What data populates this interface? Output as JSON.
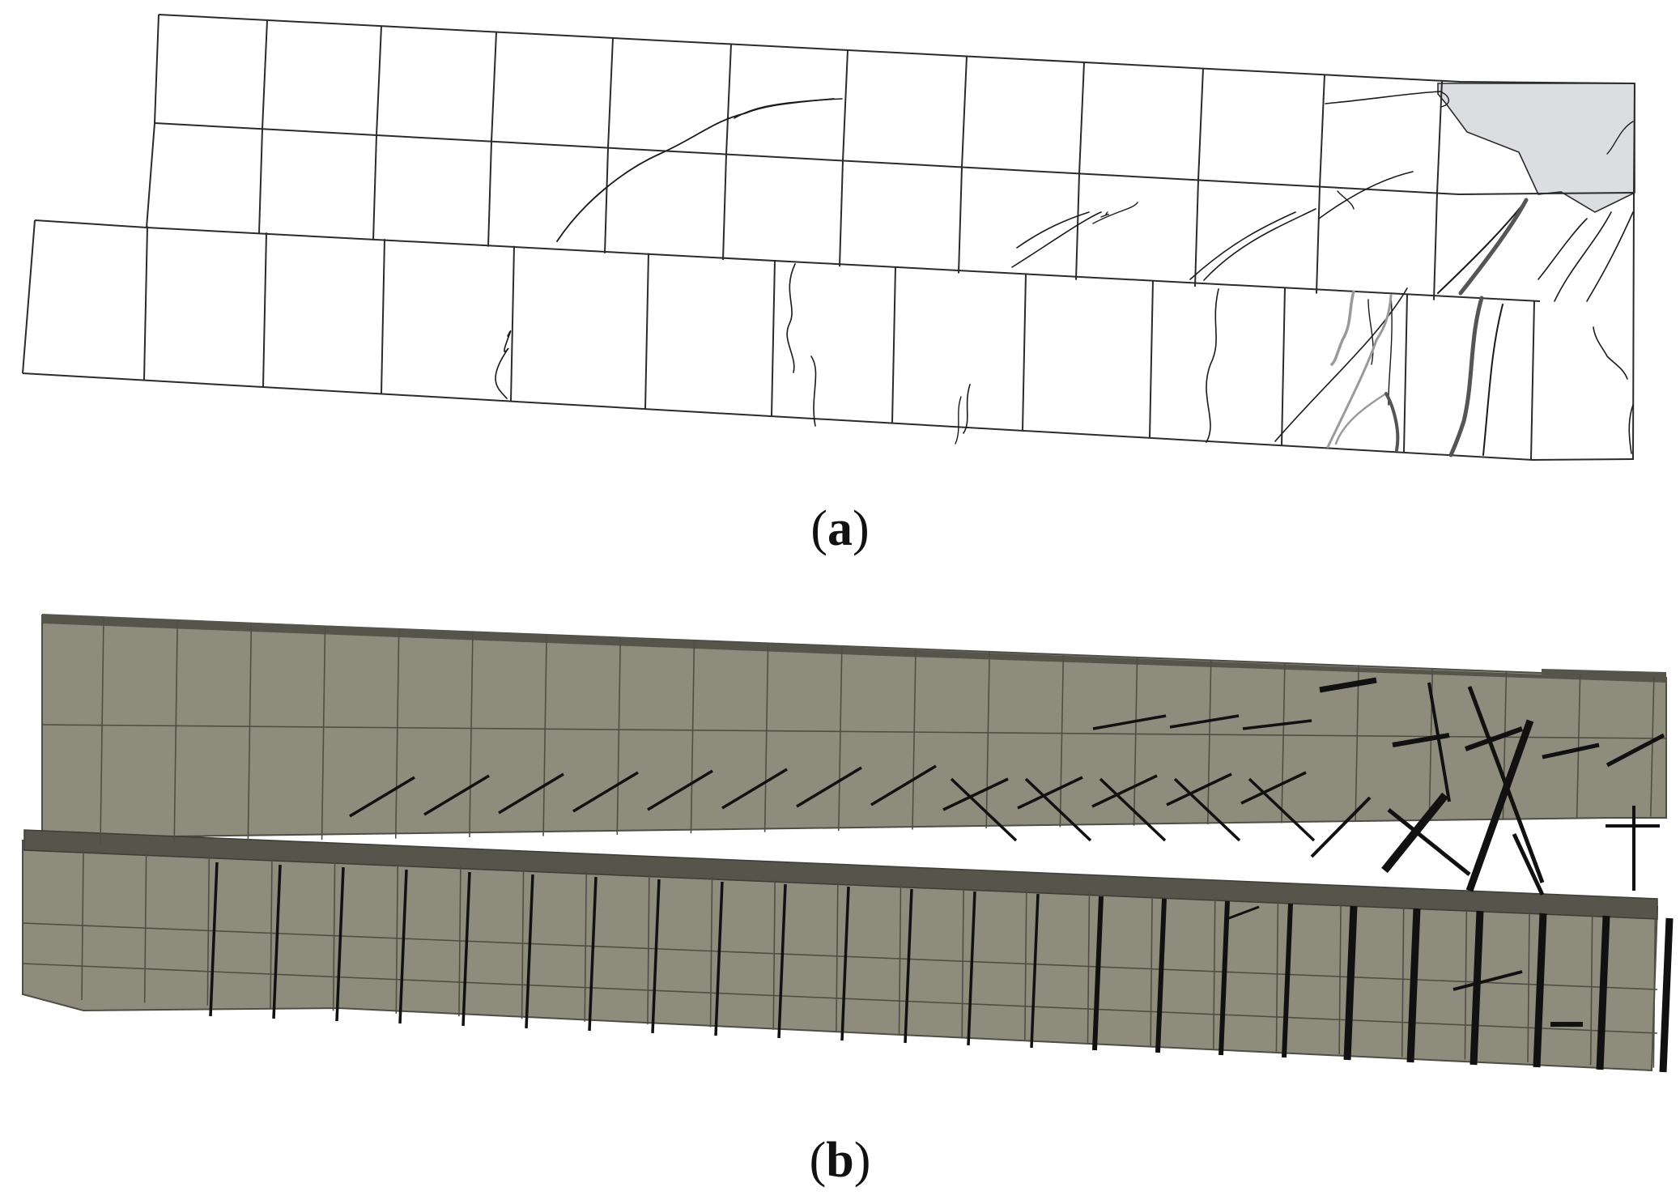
{
  "colors": {
    "grid_line_a": "#2b2b2b",
    "crack_thin": "#1a1a1a",
    "crack_gray": "#9a9a9a",
    "damage_fill": "#dcdde0",
    "element_fill_b": "#8e8d7d",
    "element_edge_b": "#4f4e45",
    "slab_band_b": "#56554b",
    "crack_b": "#111111"
  },
  "panels": [
    {
      "id": "a",
      "caption": "a",
      "kind": "crack-pattern-mesh"
    },
    {
      "id": "b",
      "caption": "b",
      "kind": "smeared-crack-elements"
    }
  ]
}
